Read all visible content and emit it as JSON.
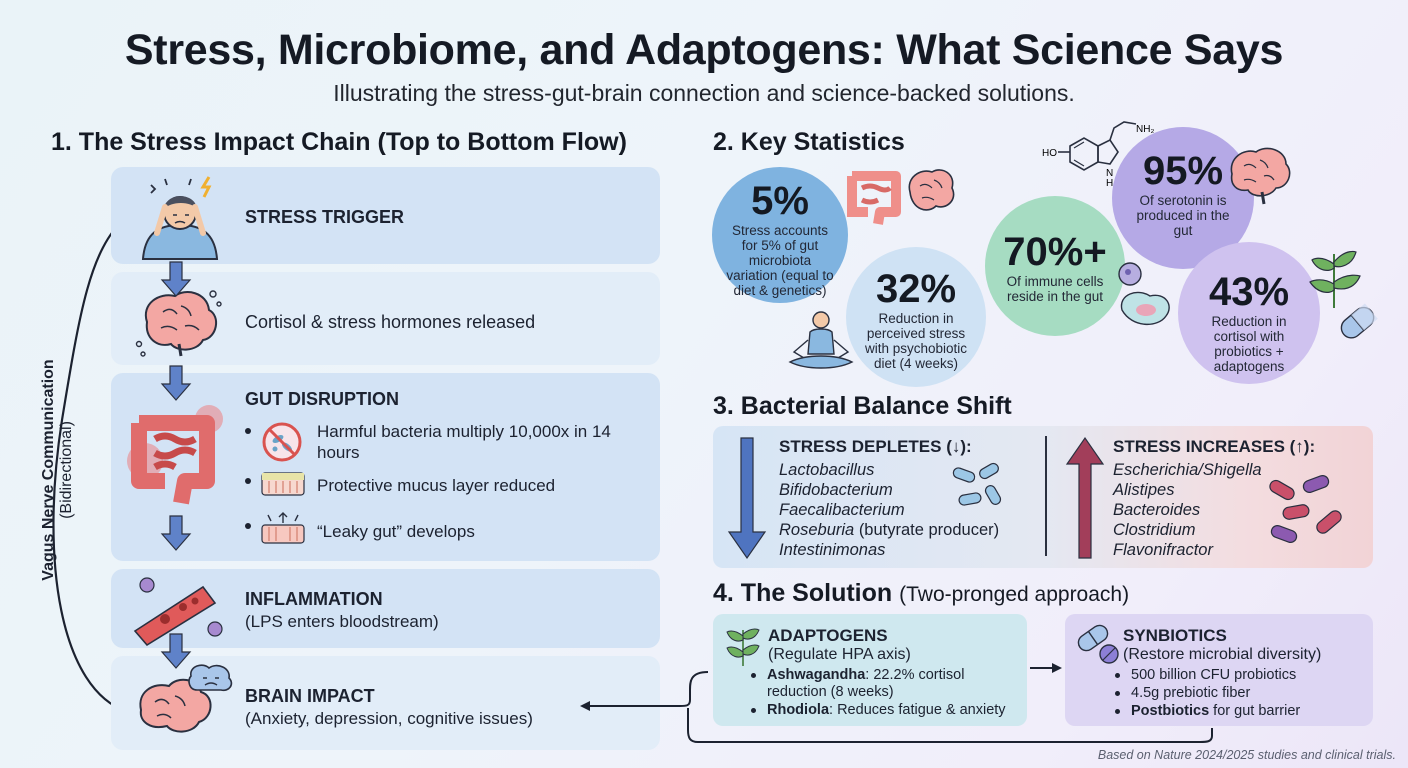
{
  "header": {
    "title": "Stress, Microbiome, and Adaptogens: What Science Says",
    "subtitle": "Illustrating the stress-gut-brain connection and science-backed solutions."
  },
  "section1": {
    "heading": "1. The Stress Impact Chain (Top to Bottom Flow)",
    "vagus_line1": "Vagus Nerve Communication",
    "vagus_line2": "(Bidirectional)",
    "steps": [
      {
        "title": "STRESS TRIGGER",
        "icon": "stressed-person-icon"
      },
      {
        "text": "Cortisol & stress hormones released",
        "icon": "brain-icon"
      },
      {
        "title": "GUT DISRUPTION",
        "icon": "inflamed-intestine-icon",
        "bullets": [
          {
            "text": "Harmful bacteria multiply 10,000x in 14 hours",
            "icon": "bacteria-prohibited-icon"
          },
          {
            "text": "Protective mucus layer reduced",
            "icon": "mucus-layer-icon"
          },
          {
            "text": "“Leaky gut” develops",
            "icon": "leaky-gut-icon"
          }
        ]
      },
      {
        "title": "INFLAMMATION",
        "subtitle": "(LPS enters bloodstream)",
        "icon": "blood-vessel-icon"
      },
      {
        "title": "BRAIN IMPACT",
        "subtitle": "(Anxiety, depression, cognitive issues)",
        "icon": "brain-cloud-icon"
      }
    ]
  },
  "section2": {
    "heading": "2. Key Statistics",
    "stats": [
      {
        "value": "5%",
        "desc": "Stress accounts for 5% of gut microbiota variation (equal to diet & genetics)",
        "color": "#7fb3e0"
      },
      {
        "value": "32%",
        "desc": "Reduction in perceived stress with psychobiotic diet (4 weeks)",
        "color": "#cfe2f4"
      },
      {
        "value": "70%+",
        "desc": "Of immune cells reside in the gut",
        "color": "#a6dcc2"
      },
      {
        "value": "95%",
        "desc": "Of serotonin is produced in the gut",
        "color": "#b5a9e6"
      },
      {
        "value": "43%",
        "desc": "Reduction in cortisol with probiotics + adaptogens",
        "color": "#cfc2ef"
      }
    ],
    "serotonin_labels": {
      "ho": "HO",
      "nh2": "NH₂",
      "n": "N",
      "h": "H"
    }
  },
  "section3": {
    "heading": "3. Bacterial Balance Shift",
    "depletes_title": "STRESS DEPLETES (↓):",
    "depletes": [
      "Lactobacillus",
      "Bifidobacterium",
      "Faecalibacterium",
      "Roseburia",
      "Intestinimonas"
    ],
    "roseburia_note": "(butyrate producer)",
    "increases_title": "STRESS INCREASES (↑):",
    "increases": [
      "Escherichia/Shigella",
      "Alistipes",
      "Bacteroides",
      "Clostridium",
      "Flavonifractor"
    ]
  },
  "section4": {
    "heading": "4. The Solution",
    "heading_note": "(Two-pronged approach)",
    "adaptogens": {
      "title": "ADAPTOGENS",
      "subtitle": "(Regulate HPA axis)",
      "items": [
        {
          "bold": "Ashwagandha",
          "text": ": 22.2% cortisol reduction (8 weeks)"
        },
        {
          "bold": "Rhodiola",
          "text": ": Reduces fatigue & anxiety"
        }
      ]
    },
    "synbiotics": {
      "title": "SYNBIOTICS",
      "subtitle": "(Restore microbial diversity)",
      "items": [
        {
          "bold": "",
          "text": "500 billion CFU probiotics"
        },
        {
          "bold": "",
          "text": "4.5g prebiotic fiber"
        },
        {
          "bold": "Postbiotics",
          "text": " for gut barrier"
        }
      ]
    }
  },
  "footnote": "Based on Nature 2024/2025 studies and clinical trials.",
  "colors": {
    "card_blue": "#d5e5f6",
    "card_light": "#e3eef8",
    "arrow_blue": "#5f82c9",
    "depletes_arrow": "#4f74c0",
    "increases_arrow": "#a23e5a"
  }
}
